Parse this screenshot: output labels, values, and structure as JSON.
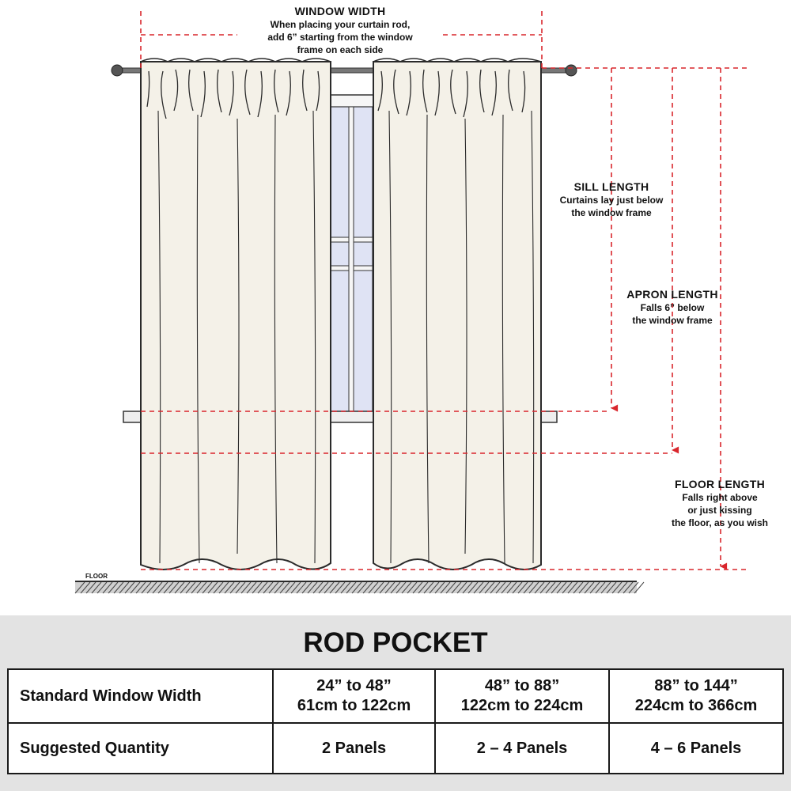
{
  "labels": {
    "window_width": {
      "title": "WINDOW WIDTH",
      "desc": [
        "When placing your curtain rod,",
        "add 6” starting from the window",
        "frame on each side"
      ]
    },
    "sill_length": {
      "title": "SILL LENGTH",
      "desc": [
        "Curtains lay just below",
        "the window frame"
      ]
    },
    "apron_length": {
      "title": "APRON LENGTH",
      "desc": [
        "Falls 6” below",
        "the window frame"
      ]
    },
    "floor_length": {
      "title": "FLOOR LENGTH",
      "desc": [
        "Falls right above",
        "or just kissing",
        "the floor, as you wish"
      ]
    },
    "floor": "FLOOR"
  },
  "table": {
    "title": "ROD POCKET",
    "row_headers": [
      "Standard Window Width",
      "Suggested Quantity"
    ],
    "widths": [
      [
        "24” to 48”",
        "61cm to 122cm"
      ],
      [
        "48” to 88”",
        "122cm to 224cm"
      ],
      [
        "88” to 144”",
        "224cm to 366cm"
      ]
    ],
    "quantities": [
      "2 Panels",
      "2 – 4 Panels",
      "4 – 6 Panels"
    ]
  },
  "colors": {
    "dashed_guides": "#d9262c",
    "curtain_fabric": "#f4f1e8",
    "window_glass": "#dfe3f4",
    "table_band": "#e3e3e3"
  }
}
